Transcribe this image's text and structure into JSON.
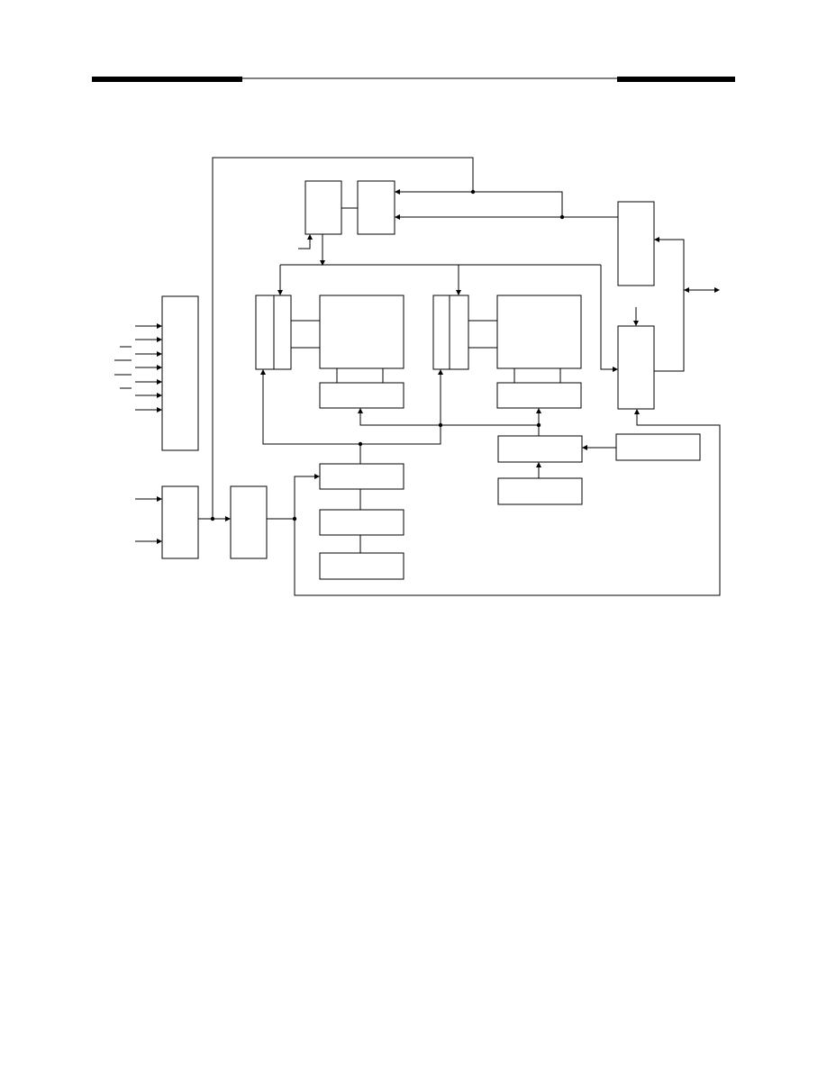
{
  "page": {
    "header_rule": {
      "style": "thick-thin-thick",
      "color": "#000000"
    },
    "background": "#ffffff"
  },
  "diagram": {
    "type": "block-diagram",
    "stroke_color": "#000000",
    "blocks": [
      "control-block-a",
      "control-block-b",
      "right-upper-block",
      "register-pair-1-left",
      "register-pair-1-right",
      "memory-array-1",
      "decoder-1",
      "register-pair-2-left",
      "register-pair-2-right",
      "memory-array-2",
      "decoder-2",
      "input-pin-block",
      "right-lower-block",
      "address-counter",
      "address-source",
      "right-mid-block",
      "clock-input-block",
      "clock-gen-block",
      "chain-block-1",
      "chain-block-2",
      "chain-block-3"
    ],
    "text_labels": []
  }
}
